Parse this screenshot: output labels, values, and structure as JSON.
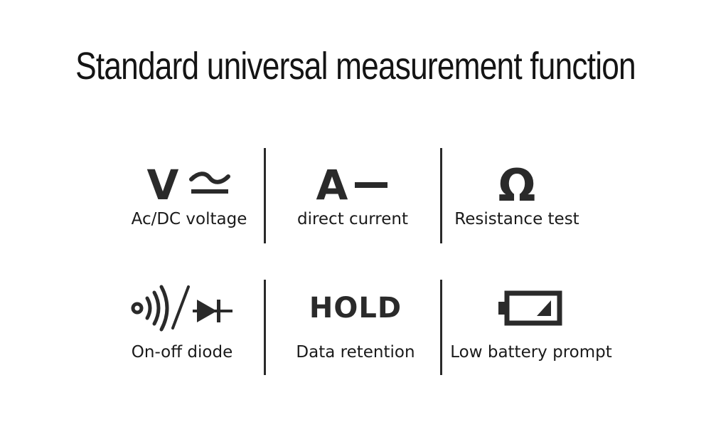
{
  "title": "Standard universal measurement function",
  "features": [
    {
      "symbol": "V",
      "icon": "ac-dc-wave-icon",
      "label": "Ac/DC voltage"
    },
    {
      "symbol": "A",
      "icon": "dc-line-icon",
      "label": "direct current"
    },
    {
      "symbol": "Ω",
      "icon": "ohm-icon",
      "label": "Resistance test"
    },
    {
      "symbol": "",
      "icon": "continuity-diode-icon",
      "label": "On-off diode"
    },
    {
      "symbol": "HOLD",
      "icon": "hold-icon",
      "label": "Data retention"
    },
    {
      "symbol": "",
      "icon": "low-battery-icon",
      "label": "Low battery prompt"
    }
  ]
}
